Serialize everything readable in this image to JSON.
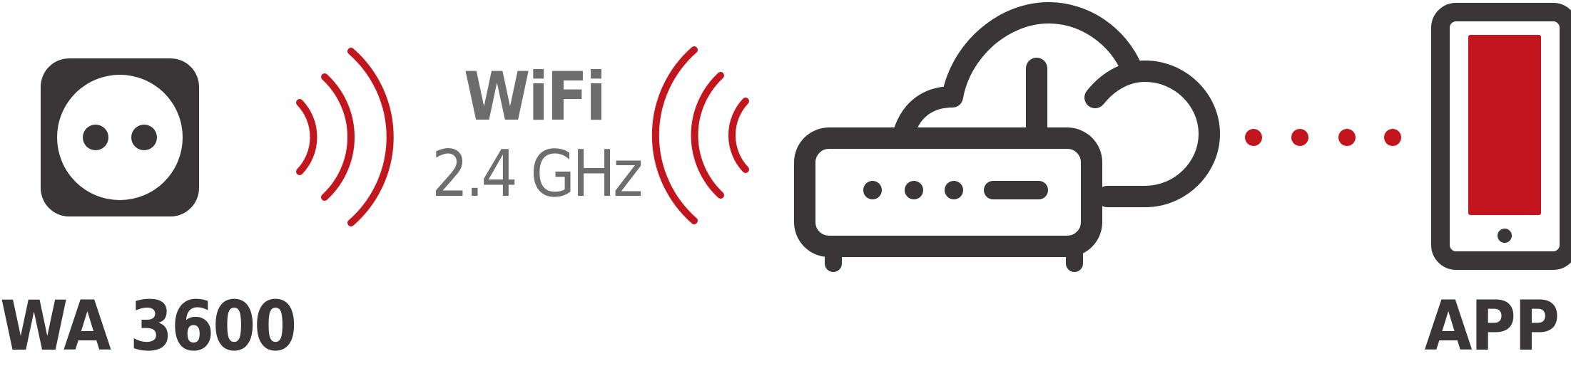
{
  "labels": {
    "socket_device": "WA 3600",
    "wifi_title": "WiFi",
    "wifi_band": "2.4 GHz",
    "app": "APP"
  },
  "icons": {
    "socket": "power-socket-icon",
    "waves_left": "wifi-signal-waves-icon",
    "waves_right": "wifi-signal-waves-icon",
    "router_cloud": "router-cloud-icon",
    "connection_dots": "dotted-connection-icon",
    "phone": "smartphone-icon"
  },
  "colors": {
    "dark": "#3a3536",
    "accent": "#c1161e",
    "text_gray": "#6d6d6d",
    "background": "#ffffff"
  }
}
